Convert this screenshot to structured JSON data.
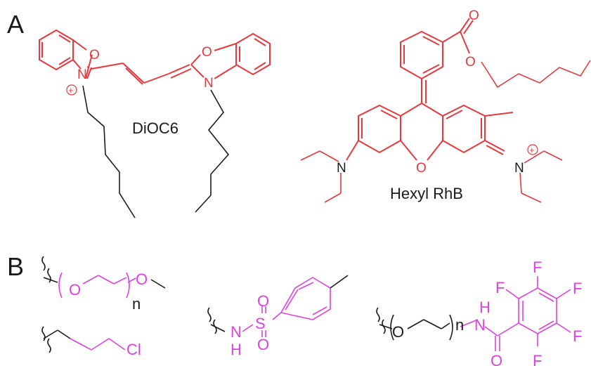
{
  "panels": {
    "a": {
      "letter": "A"
    },
    "b": {
      "letter": "B"
    }
  },
  "molecules": {
    "dioc6": {
      "name": "DiOC6",
      "atom_o": "O",
      "atom_n": "N",
      "charge": "+"
    },
    "hexyl_rhb": {
      "name": "Hexyl RhB",
      "atom_o": "O",
      "atom_n": "N",
      "charge": "+"
    }
  },
  "fragments": {
    "peg_methoxy": {
      "atom_o": "O",
      "subscript": "n"
    },
    "chloropropyl": {
      "atom_cl": "Cl"
    },
    "tosylamide": {
      "atom_o": "O",
      "atom_s": "S",
      "atom_n": "N",
      "atom_h": "H"
    },
    "peg_pfb_amide": {
      "atom_o": "O",
      "atom_n": "N",
      "atom_h": "H",
      "atom_f": "F",
      "subscript": "n"
    }
  },
  "colors": {
    "red": "#e8383d",
    "magenta": "#e040e0",
    "black": "#1a1a1a"
  }
}
